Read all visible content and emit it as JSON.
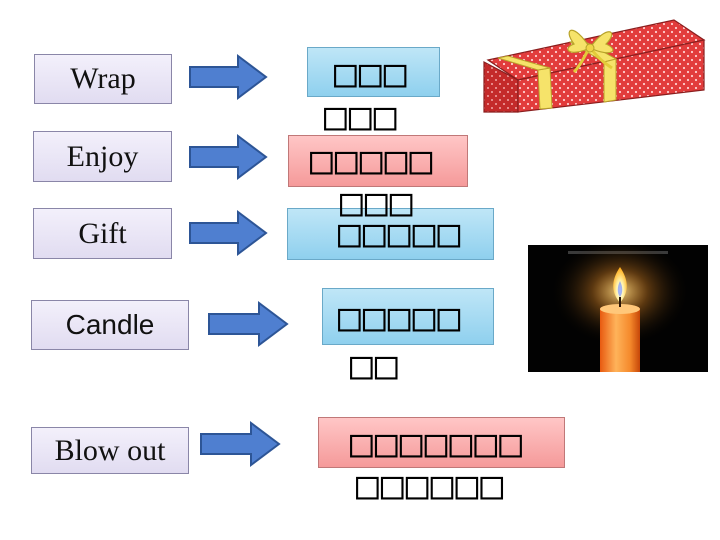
{
  "words": {
    "wrap": "Wrap",
    "enjoy": "Enjoy",
    "gift": "Gift",
    "candle": "Candle",
    "blow_out": "Blow out"
  },
  "translations": {
    "wrap_line1": "□□□",
    "wrap_line2": "□□□",
    "enjoy_line1": "□□□□□",
    "enjoy_line2": "□□□",
    "gift_line1": "□□□□□",
    "candle_line1": "□□□□□",
    "candle_line2": "□□",
    "blow_line1": "□□□□□□□",
    "blow_line2": "□□□□□□"
  },
  "colors": {
    "arrow_fill": "#4f7fd0",
    "arrow_stroke": "#2d5596",
    "box_blue": "#a6dcf2",
    "box_pink": "#f8b0b0",
    "word_box": "#e6e1f4"
  },
  "images": {
    "gift_box": "wrapped-gift-box-picture",
    "candle": "lit-candle-picture"
  }
}
